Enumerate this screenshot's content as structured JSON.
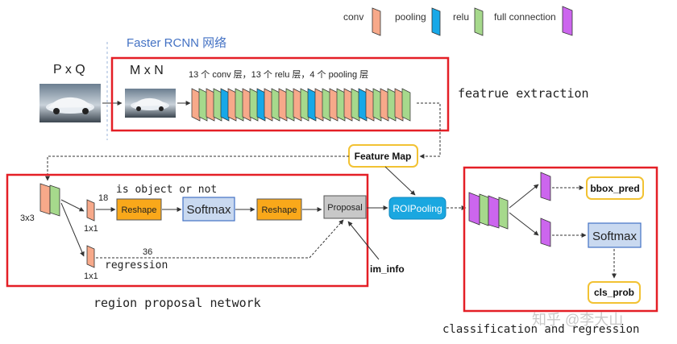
{
  "legend": {
    "conv": "conv",
    "pooling": "pooling",
    "relu": "relu",
    "full_connection": "full connection"
  },
  "title": "Faster RCNN 网络",
  "input_label": "P x Q",
  "resized_label": "M x N",
  "backbone_caption": "13 个 conv 层，13 个 relu 层，4 个 pooling 层",
  "feature_extraction_label": "featrue extraction",
  "feature_map_label": "Feature Map",
  "rpn": {
    "conv3_label": "3x3",
    "conv1_top_label": "1x1",
    "conv1_bottom_label": "1x1",
    "channels_top": "18",
    "channels_bottom": "36",
    "object_text": "is object or not",
    "regression_text": "regression",
    "reshape1": "Reshape",
    "softmax": "Softmax",
    "reshape2": "Reshape",
    "proposal": "Proposal",
    "im_info": "im_info",
    "caption": "region proposal network"
  },
  "roi_pooling_label": "ROIPooling",
  "head": {
    "bbox_pred": "bbox_pred",
    "softmax": "Softmax",
    "cls_prob": "cls_prob",
    "caption": "classification and regression"
  },
  "watermark": "知乎 @李大山",
  "colors": {
    "conv": "#f7a98a",
    "pooling": "#17a8e8",
    "relu": "#a6d98c",
    "fc": "#cc66ee",
    "red_frame": "#e41f26",
    "feature_map_border": "#f2c233",
    "reshape_fill": "#f9a81a",
    "softmax_fill": "#c9d9f0",
    "softmax_border": "#4472c4",
    "proposal_fill": "#c8c8c8",
    "roi_fill": "#1aa7e0",
    "title_blue": "#4472c4"
  }
}
